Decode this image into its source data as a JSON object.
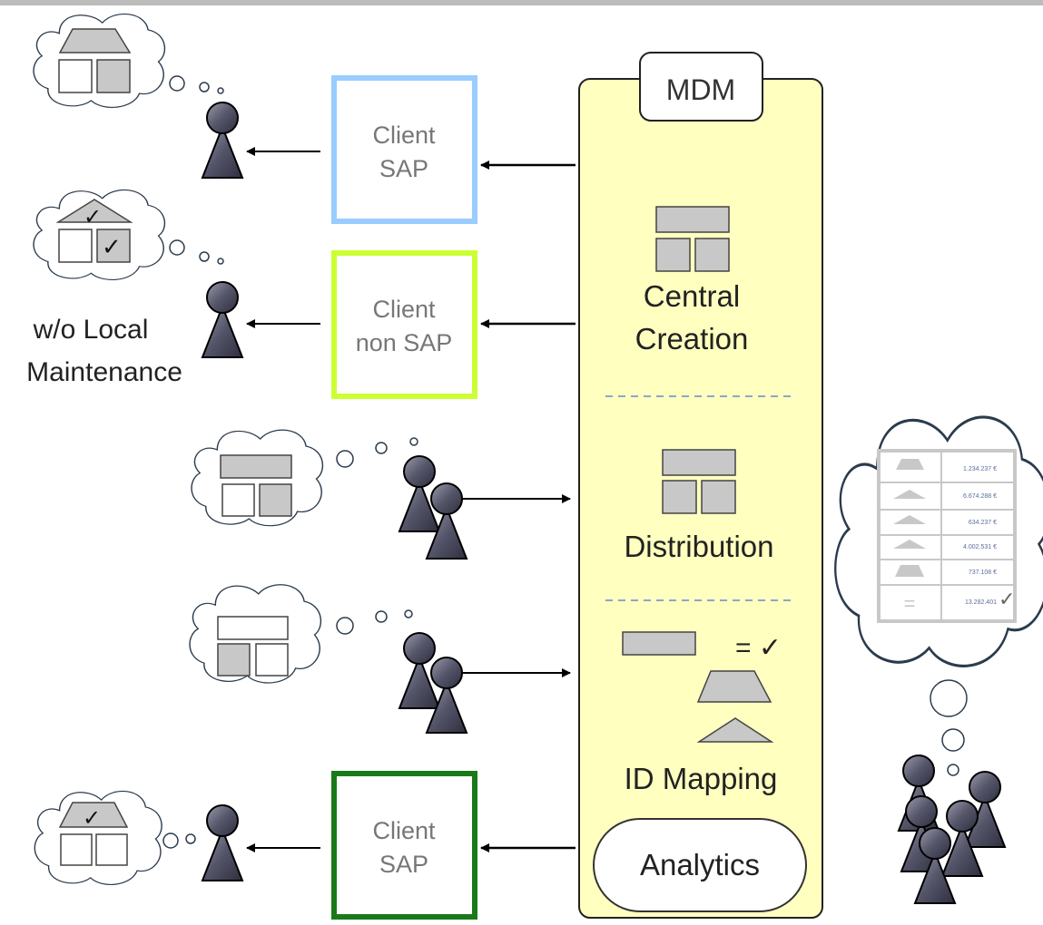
{
  "mdm": {
    "title": "MDM",
    "central_creation": [
      "Central",
      "Creation"
    ],
    "distribution": "Distribution",
    "equals_check": "= ✓",
    "id_mapping": "ID Mapping",
    "analytics": "Analytics"
  },
  "clients": [
    {
      "line1": "Client",
      "line2": "SAP",
      "border_color": "#99ccff"
    },
    {
      "line1": "Client",
      "line2": "non SAP",
      "border_color": "#ccff33"
    },
    {
      "line1": "Client",
      "line2": "SAP",
      "border_color": "#1a7a1a"
    }
  ],
  "side_label": {
    "line1": "w/o Local",
    "line2": "Maintenance"
  },
  "analytics_values": [
    "1.234.237 €",
    "6.674.288 €",
    "634.237 €",
    "4.002.531 €",
    "737.108 €",
    "13.282.401"
  ],
  "analytics_equals": "="
}
